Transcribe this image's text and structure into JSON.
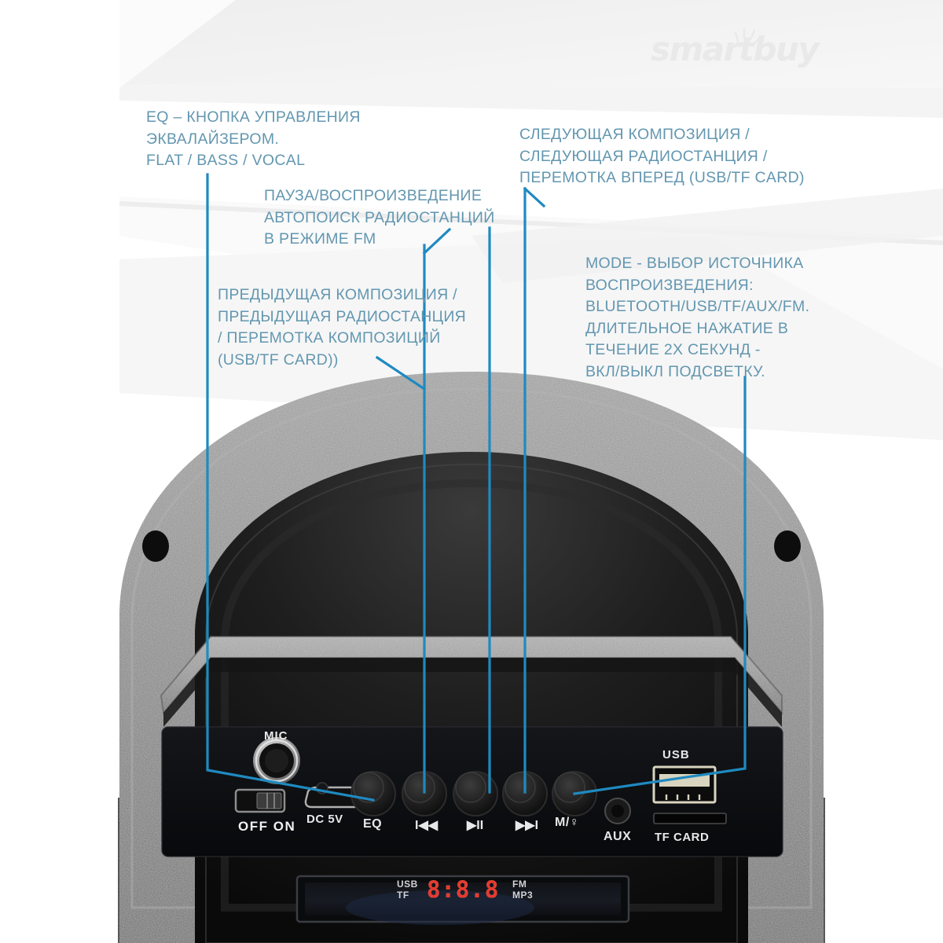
{
  "brand": {
    "name": "smartbuy"
  },
  "callouts": {
    "eq": "EQ – КНОПКА УПРАВЛЕНИЯ\nЭКВАЛАЙЗЕРОМ.\nFLAT / BASS / VOCAL",
    "play": "ПАУЗА/ВОСПРОИЗВЕДЕНИЕ\nАВТОПОИСК РАДИОСТАНЦИЙ\nВ РЕЖИМЕ FM",
    "next": "СЛЕДУЮЩАЯ КОМПОЗИЦИЯ /\nСЛЕДУЮЩАЯ РАДИОСТАНЦИЯ /\nПЕРЕМОТКА ВПЕРЕД (USB/TF CARD)",
    "prev": "ПРЕДЫДУЩАЯ КОМПОЗИЦИЯ /\nПРЕДЫДУЩАЯ РАДИОСТАНЦИЯ\n/ ПЕРЕМОТКА КОМПОЗИЦИЙ\n(USB/TF CARD))",
    "mode": "MODE - ВЫБОР ИСТОЧНИКА\nВОСПРОИЗВЕДЕНИЯ:\nBLUETOOTH/USB/TF/AUX/FM.\nДЛИТЕЛЬНОЕ НАЖАТИЕ В\nТЕЧЕНИЕ 2Х СЕКУНД -\nВКЛ/ВЫКЛ ПОДСВЕТКУ."
  },
  "panel": {
    "labels": {
      "mic": "MIC",
      "power": "OFF ON",
      "dc": "DC 5V",
      "eq": "EQ",
      "prev": "I◀◀",
      "play": "▶II",
      "next": "▶▶I",
      "mode": "M/♀",
      "aux": "AUX",
      "usb": "USB",
      "tf": "TF CARD"
    }
  },
  "display": {
    "left_top": "USB",
    "left_bottom": "TF",
    "digits_ghost": "8:8.8",
    "digits": "8:8.8",
    "right_top": "FM",
    "right_bottom": "MP3"
  },
  "colors": {
    "callout_text": "#6397b0",
    "leader_line": "#1f8ac0",
    "logo": "#e9e9e9",
    "panel": "#0e1013",
    "led_red": "#e8392c",
    "background": "#ffffff"
  }
}
